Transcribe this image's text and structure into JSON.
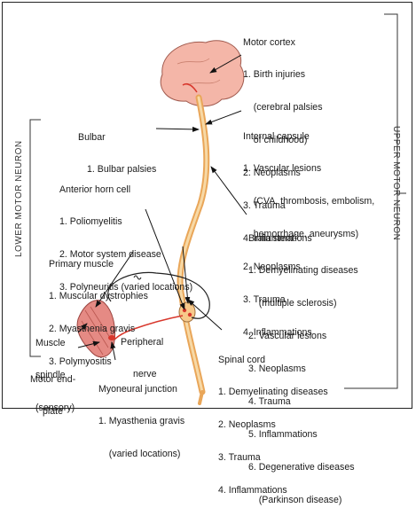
{
  "side_labels": {
    "lower": "LOWER MOTOR NEURON",
    "upper": "UPPER MOTOR NEURON"
  },
  "motor_cortex": {
    "title": "Motor cortex",
    "items": [
      "1. Birth injuries",
      "    (cerebral palsies",
      "    of childhood)",
      "2. Neoplasms",
      "3. Trauma",
      "4. Inflammations"
    ]
  },
  "internal_capsule": {
    "title": "Internal capsule",
    "items": [
      "1. Vascular lesions",
      "    (CVA, thrombosis, embolism,",
      "    hemorrhage, aneurysms)",
      "2. Neoplasms",
      "3. Trauma",
      "4. Inflammations"
    ]
  },
  "bulbar": {
    "title": "Bulbar",
    "items": [
      "1. Bulbar palsies"
    ]
  },
  "anterior_horn": {
    "title": "Anterior horn cell",
    "items": [
      "1. Poliomyelitis",
      "2. Motor system disease",
      "3. Polyneuritis (varied locations)"
    ]
  },
  "brain_stem": {
    "title": "Brain stem",
    "items": [
      "1. Demyelinating diseases",
      "    (multiple sclerosis)",
      "2. Vascular lesions",
      "3. Neoplasms",
      "4. Trauma",
      "5. Inflammations",
      "6. Degenerative diseases",
      "    (Parkinson disease)"
    ]
  },
  "primary_muscle": {
    "title": "Primary muscle",
    "items": [
      "1. Muscular dystrophies",
      "2. Myasthenia gravis",
      "3. Polymyositis"
    ]
  },
  "muscle_spindle": {
    "line1": "Muscle",
    "line2": "spindle",
    "line3": "(sensory)"
  },
  "peripheral_nerve": {
    "line1": "Peripheral",
    "line2": "nerve"
  },
  "spinal_cord": {
    "title": "Spinal cord",
    "items": [
      "1. Demyelinating diseases",
      "2. Neoplasms",
      "3. Trauma",
      "4. Inflammations"
    ]
  },
  "motor_end_plate": {
    "line1": "Motor end-",
    "line2": "plate"
  },
  "myoneural_junction": {
    "title": "Myoneural junction",
    "items": [
      "1. Myasthenia gravis",
      "    (varied locations)"
    ]
  },
  "colors": {
    "brain": "#f4b6a8",
    "spinal_tract": "#f7c98a",
    "nerve": "#d8372c",
    "muscle": "#e58a84"
  }
}
